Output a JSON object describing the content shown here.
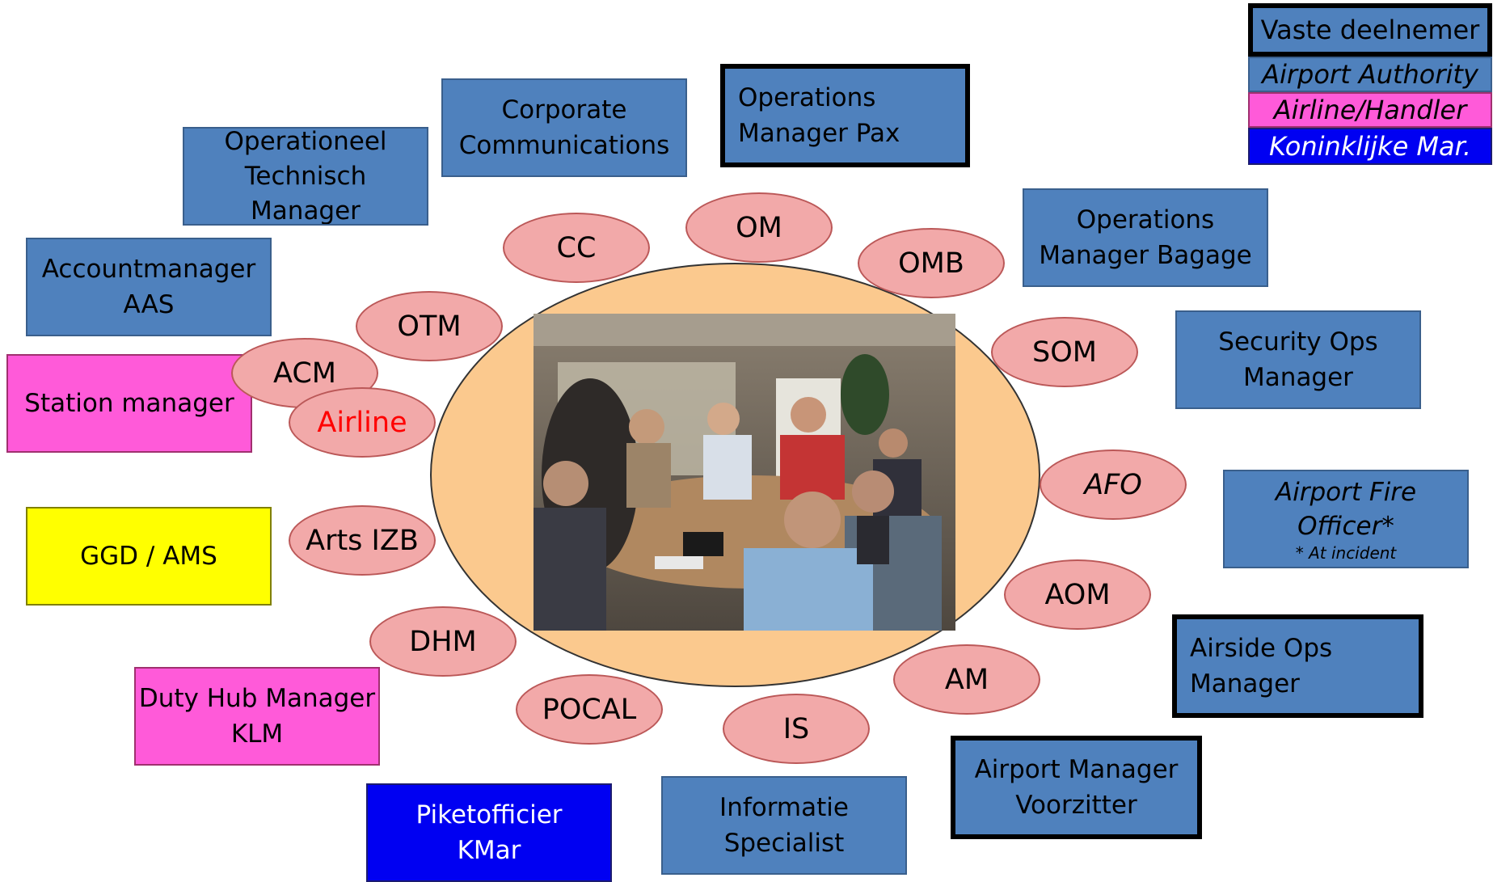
{
  "legend": {
    "vaste": "Vaste deelnemer",
    "authority": "Airport Authority",
    "airline": "Airline/Handler",
    "kmar": "Koninklijke Mar."
  },
  "boxes": {
    "corporate": {
      "l1": "Corporate",
      "l2": "Communications"
    },
    "ops_pax": {
      "l1": "Operations",
      "l2": "Manager Pax"
    },
    "otm": {
      "l1": "Operationeel",
      "l2": "Technisch",
      "l3": "Manager"
    },
    "ops_bagage": {
      "l1": "Operations",
      "l2": "Manager Bagage"
    },
    "accountmanager": {
      "l1": "Accountmanager",
      "l2": "AAS"
    },
    "security": {
      "l1": "Security Ops",
      "l2": "Manager"
    },
    "station": {
      "l1": "Station manager"
    },
    "fire": {
      "l1": "Airport Fire",
      "l2": "Officer*",
      "note": "* At incident"
    },
    "ggd": {
      "l1": "GGD / AMS"
    },
    "airside": {
      "l1": "Airside Ops",
      "l2": "Manager"
    },
    "duty_hub": {
      "l1": "Duty Hub Manager",
      "l2": "KLM"
    },
    "airport_mgr": {
      "l1": "Airport Manager",
      "l2": "Voorzitter"
    },
    "piket": {
      "l1": "Piketofficier",
      "l2": "KMar"
    },
    "informatie": {
      "l1": "Informatie",
      "l2": "Specialist"
    }
  },
  "ellipses": {
    "cc": "CC",
    "om": "OM",
    "omb": "OMB",
    "otm": "OTM",
    "som": "SOM",
    "acm": "ACM",
    "airline": "Airline",
    "afo": "AFO",
    "arts": "Arts IZB",
    "aom": "AOM",
    "dhm": "DHM",
    "am": "AM",
    "pocal": "POCAL",
    "is": "IS"
  },
  "colors": {
    "airport_authority": "#4f81bd",
    "airline_handler": "#ff5ad9",
    "koninklijke_mar": "#0000f2",
    "ggd": "#ffff00",
    "ellipse": "#f2a9a9",
    "center": "#fbc98e"
  }
}
